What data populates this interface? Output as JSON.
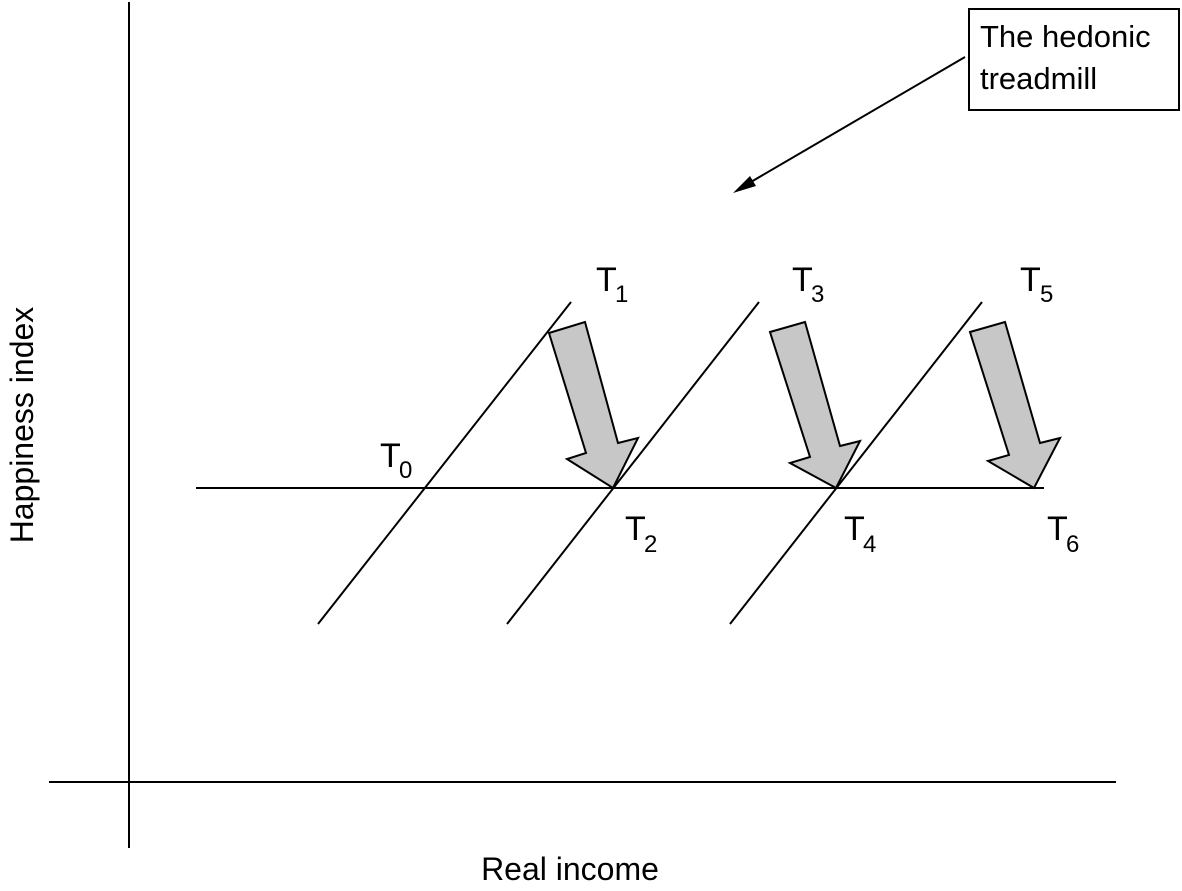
{
  "diagram": {
    "x_axis_label": "Real income",
    "y_axis_label": "Happiness index",
    "callout": {
      "line1": "The hedonic",
      "line2": "treadmill"
    },
    "points": [
      {
        "main": "T",
        "sub": "0"
      },
      {
        "main": "T",
        "sub": "1"
      },
      {
        "main": "T",
        "sub": "2"
      },
      {
        "main": "T",
        "sub": "3"
      },
      {
        "main": "T",
        "sub": "4"
      },
      {
        "main": "T",
        "sub": "5"
      },
      {
        "main": "T",
        "sub": "6"
      }
    ],
    "arrow_fill": "#c7c7c7",
    "line_color": "#000000"
  }
}
